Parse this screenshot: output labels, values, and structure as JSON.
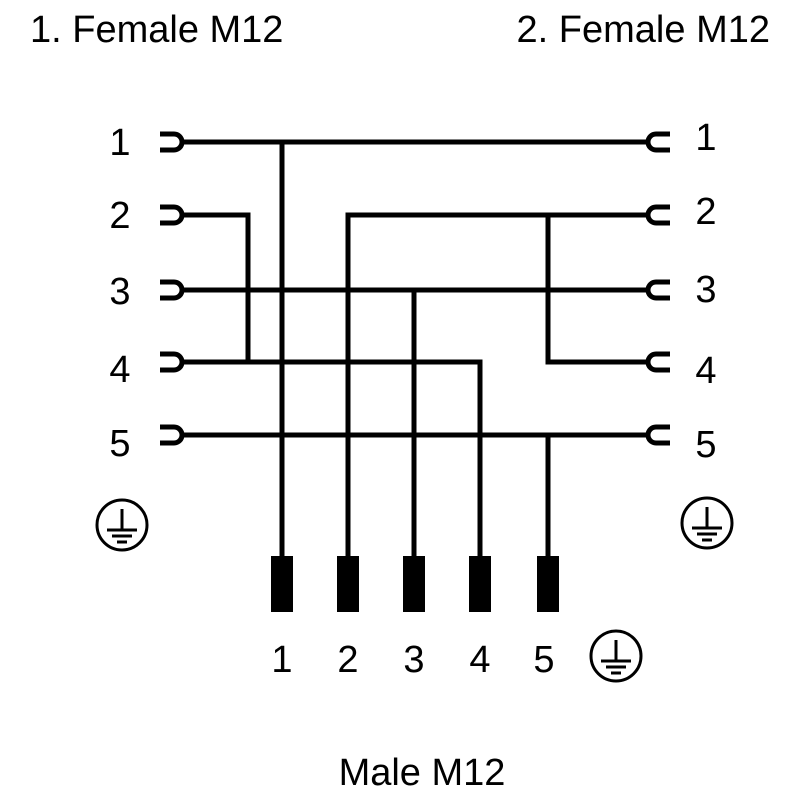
{
  "left_connector": {
    "title": "1. Female M12",
    "pins": [
      "1",
      "2",
      "3",
      "4",
      "5"
    ]
  },
  "right_connector": {
    "title": "2. Female M12",
    "pins": [
      "1",
      "2",
      "3",
      "4",
      "5"
    ]
  },
  "male_connector": {
    "title": "Male M12",
    "pins": [
      "1",
      "2",
      "3",
      "4",
      "5"
    ]
  },
  "icons": {
    "ground": "ground-icon"
  },
  "colors": {
    "line": "#000000",
    "background": "#ffffff"
  }
}
